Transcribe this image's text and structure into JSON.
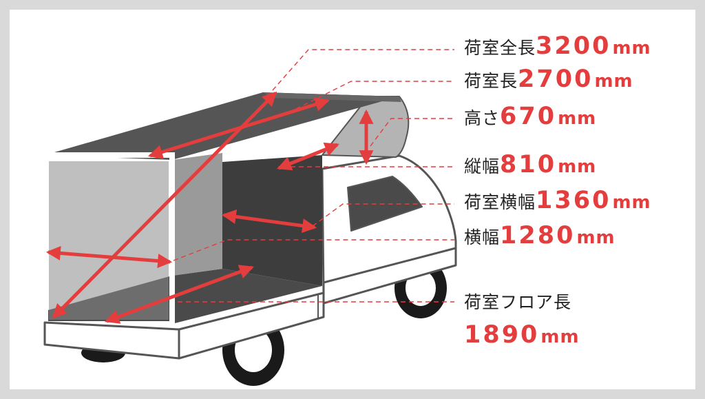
{
  "colors": {
    "accent": "#e43d3d",
    "text": "#222222",
    "frame": "#d9d9d9",
    "truck_outline": "#555555",
    "cargo_dark": "#3d3d3d",
    "cargo_mid": "#8a8a8a",
    "cargo_light": "#b4b4b4"
  },
  "labels": [
    {
      "name": "荷室全長",
      "value": "3200",
      "unit": "mm"
    },
    {
      "name": "荷室長",
      "value": "2700",
      "unit": "mm"
    },
    {
      "name": "高さ",
      "value": "670",
      "unit": "mm"
    },
    {
      "name": "縦幅",
      "value": "810",
      "unit": "mm"
    },
    {
      "name": "荷室横幅",
      "value": "1360",
      "unit": "mm"
    },
    {
      "name": "横幅",
      "value": "1280",
      "unit": "mm"
    },
    {
      "name": "荷室フロア長",
      "value": "1890",
      "unit": "mm"
    }
  ]
}
